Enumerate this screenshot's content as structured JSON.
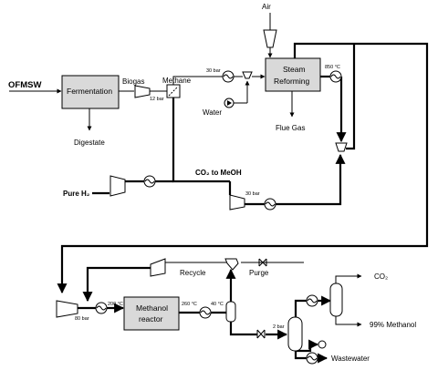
{
  "labels": {
    "air": "Air",
    "ofmsw": "OFMSW",
    "fermentation": "Fermentation",
    "biogas": "Biogas",
    "methane": "Methane",
    "p30_1": "30 bar",
    "p12": "12 bar",
    "steam_reforming_1": "Steam",
    "steam_reforming_2": "Reforming",
    "t850": "850 °C",
    "water": "Water",
    "digestate": "Digestate",
    "flue_gas": "Flue Gas",
    "co2_to_meoh": "CO₂ to MeOH",
    "pure_h2": "Pure H₂",
    "p30_2": "30 bar",
    "recycle": "Recycle",
    "purge": "Purge",
    "co2_out": "CO₂",
    "p80": "80 bar",
    "t200": "200 °C",
    "methanol_reactor_1": "Methanol",
    "methanol_reactor_2": "reactor",
    "t260": "260 °C",
    "t40": "40 °C",
    "p2": "2 bar",
    "methanol_product": "99% Methanol",
    "wastewater": "Wastewater"
  }
}
